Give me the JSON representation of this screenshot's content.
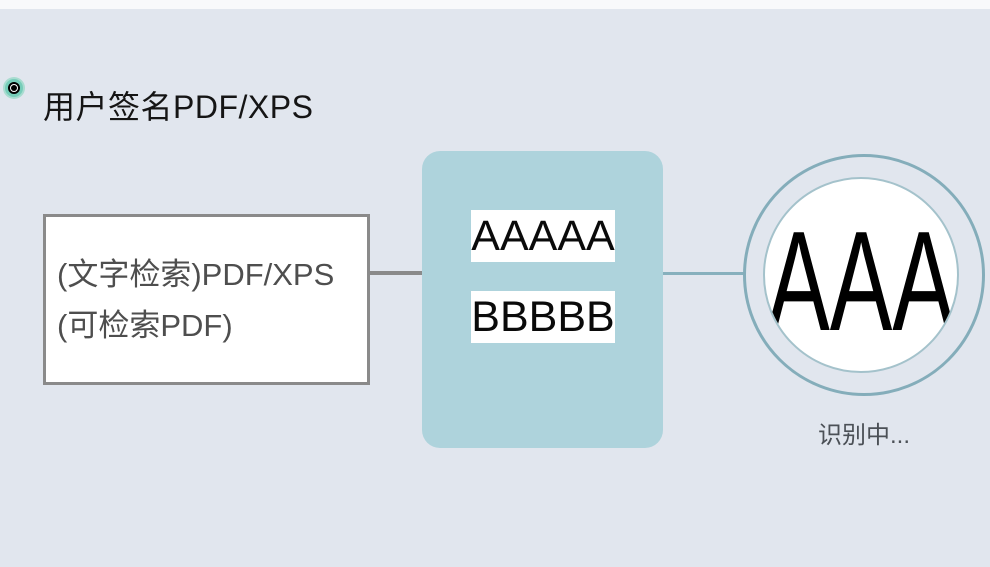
{
  "title": {
    "text": "用户签名PDF/XPS"
  },
  "source_box": {
    "line1": "(文字检索)PDF/XPS",
    "line2": "(可检索PDF)"
  },
  "process_box": {
    "labels": [
      "AAAAA",
      "BBBBB"
    ]
  },
  "result": {
    "text": "AAA",
    "status": "识别中..."
  },
  "icons": {
    "bullet": "radio-target-icon"
  },
  "colors": {
    "background": "#e1e6ee",
    "top_strip": "#f8f9fb",
    "process_box_fill": "#aed3dc",
    "circle_border_teal": "#84adba",
    "connector_gray": "#8a8a8a",
    "connector_teal": "#87b0bd",
    "bullet_teal": "#76cdb9",
    "text_dark_gray": "#4e4e4e"
  }
}
